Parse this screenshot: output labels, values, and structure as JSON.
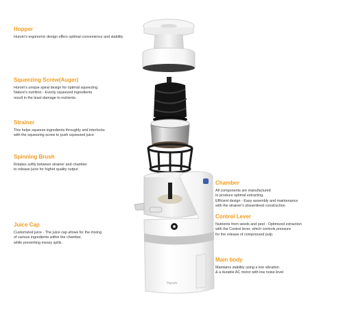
{
  "accent_color": "#f29a1f",
  "parts": {
    "hopper": {
      "title": "Hopper",
      "desc": "Hurom's ergonomic design offers optimal convenience and stability"
    },
    "auger": {
      "title": "Squeezing Screw(Auger)",
      "desc": "Hurom's unique spiral design for optimal squeezing.\nNature's nutrition - Evenly squeezed ingredients\nresult in the least damage to nutrients."
    },
    "strainer": {
      "title": "Strainer",
      "desc": "This helps squeeze ingredients throughly and interlocks\nwith the squeezing screw to push squeezed juice"
    },
    "brush": {
      "title": "Spinning Brush",
      "desc": "Rotates softly between strainer and chamber\nto release juice for highet quality output"
    },
    "juice_cap": {
      "title": "Juice Cap",
      "desc": "Customized juice - The juice cap allows for the mixing\nof various ingredients within the chamber,\nwhile preventing messy spills."
    },
    "chamber": {
      "title": "Chamber",
      "desc": "All components are manufactured\nto produce optimal extracting.\nEfficient design - Easy assembly and maintenance\nwith the strainer's streamlined construction"
    },
    "control_lever": {
      "title": "Control Lever",
      "desc": "Nutrients from seeds and peel - Optimized extraction\nwith the Control lever, which controls pressure\nfor the release of compressed pulp."
    },
    "main_body": {
      "title": "Main body",
      "desc": "Maintains stability using a low vibration\n& a durable AC motor with low noise level"
    }
  },
  "brand_mark": "Hurom"
}
